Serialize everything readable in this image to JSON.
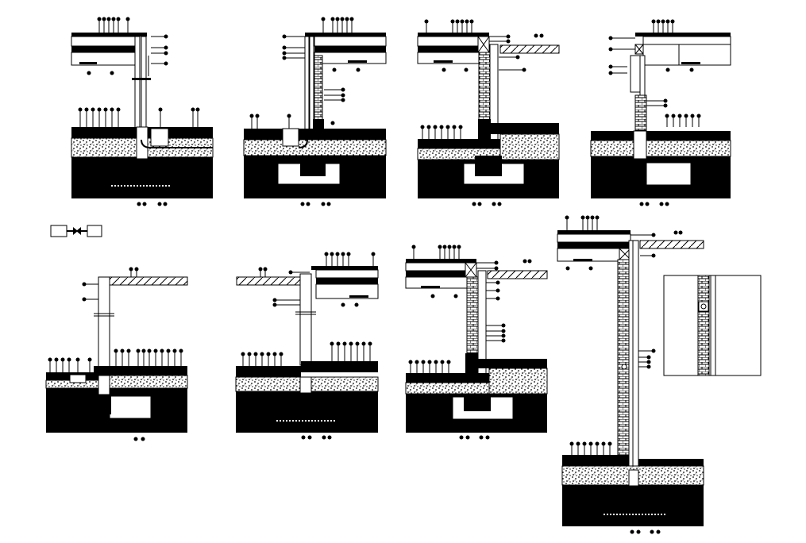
{
  "drawing": {
    "type": "architectural wall section details",
    "background": "#ffffff",
    "ink": "#000000",
    "detail_count": 8,
    "has_inset_detail": true,
    "has_scale_symbol": true
  },
  "details": [
    {
      "id": "detail-1",
      "variant": "eave-with-drain"
    },
    {
      "id": "detail-2",
      "variant": "eave-with-footing"
    },
    {
      "id": "detail-3",
      "variant": "pergola-with-footing"
    },
    {
      "id": "detail-4",
      "variant": "light-eave-with-footing"
    },
    {
      "id": "detail-5",
      "variant": "pergola-open-footing"
    },
    {
      "id": "detail-6",
      "variant": "pergola-and-roof"
    },
    {
      "id": "detail-7",
      "variant": "roof-and-pergola-footing"
    },
    {
      "id": "detail-8",
      "variant": "full-height-wall-section"
    }
  ]
}
